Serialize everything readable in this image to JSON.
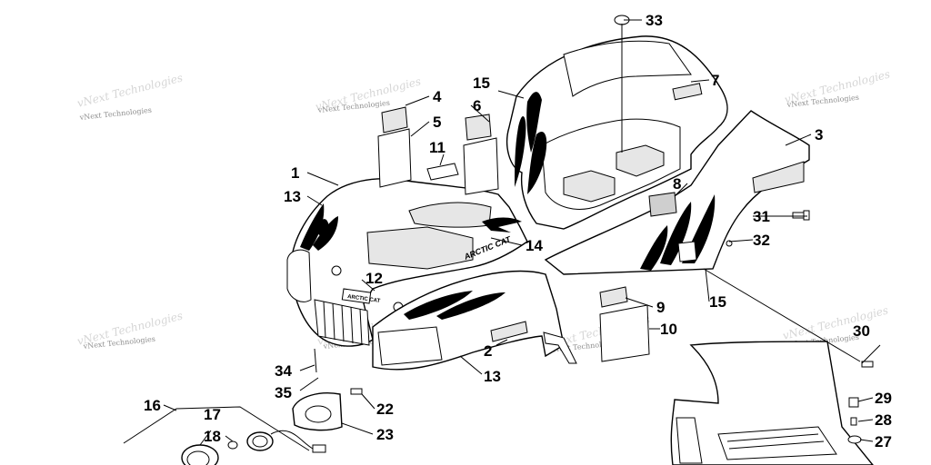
{
  "callouts": [
    {
      "id": "c33",
      "label": "33"
    },
    {
      "id": "c7",
      "label": "7"
    },
    {
      "id": "c15a",
      "label": "15"
    },
    {
      "id": "c4",
      "label": "4"
    },
    {
      "id": "c6",
      "label": "6"
    },
    {
      "id": "c5",
      "label": "5"
    },
    {
      "id": "c3",
      "label": "3"
    },
    {
      "id": "c11",
      "label": "11"
    },
    {
      "id": "c1",
      "label": "1"
    },
    {
      "id": "c8",
      "label": "8"
    },
    {
      "id": "c13a",
      "label": "13"
    },
    {
      "id": "c31",
      "label": "31"
    },
    {
      "id": "c32",
      "label": "32"
    },
    {
      "id": "c14",
      "label": "14"
    },
    {
      "id": "c12",
      "label": "12"
    },
    {
      "id": "c15b",
      "label": "15"
    },
    {
      "id": "c9",
      "label": "9"
    },
    {
      "id": "c10",
      "label": "10"
    },
    {
      "id": "c30",
      "label": "30"
    },
    {
      "id": "c2",
      "label": "2"
    },
    {
      "id": "c34",
      "label": "34"
    },
    {
      "id": "c13b",
      "label": "13"
    },
    {
      "id": "c35",
      "label": "35"
    },
    {
      "id": "c16",
      "label": "16"
    },
    {
      "id": "c22",
      "label": "22"
    },
    {
      "id": "c29",
      "label": "29"
    },
    {
      "id": "c17",
      "label": "17"
    },
    {
      "id": "c28",
      "label": "28"
    },
    {
      "id": "c23",
      "label": "23"
    },
    {
      "id": "c18",
      "label": "18"
    },
    {
      "id": "c27",
      "label": "27"
    }
  ],
  "watermark": {
    "text": "vNext Technologies"
  },
  "decals": {
    "brand": "ARCTIC CAT",
    "emblem": "ARCTIC CAT"
  }
}
